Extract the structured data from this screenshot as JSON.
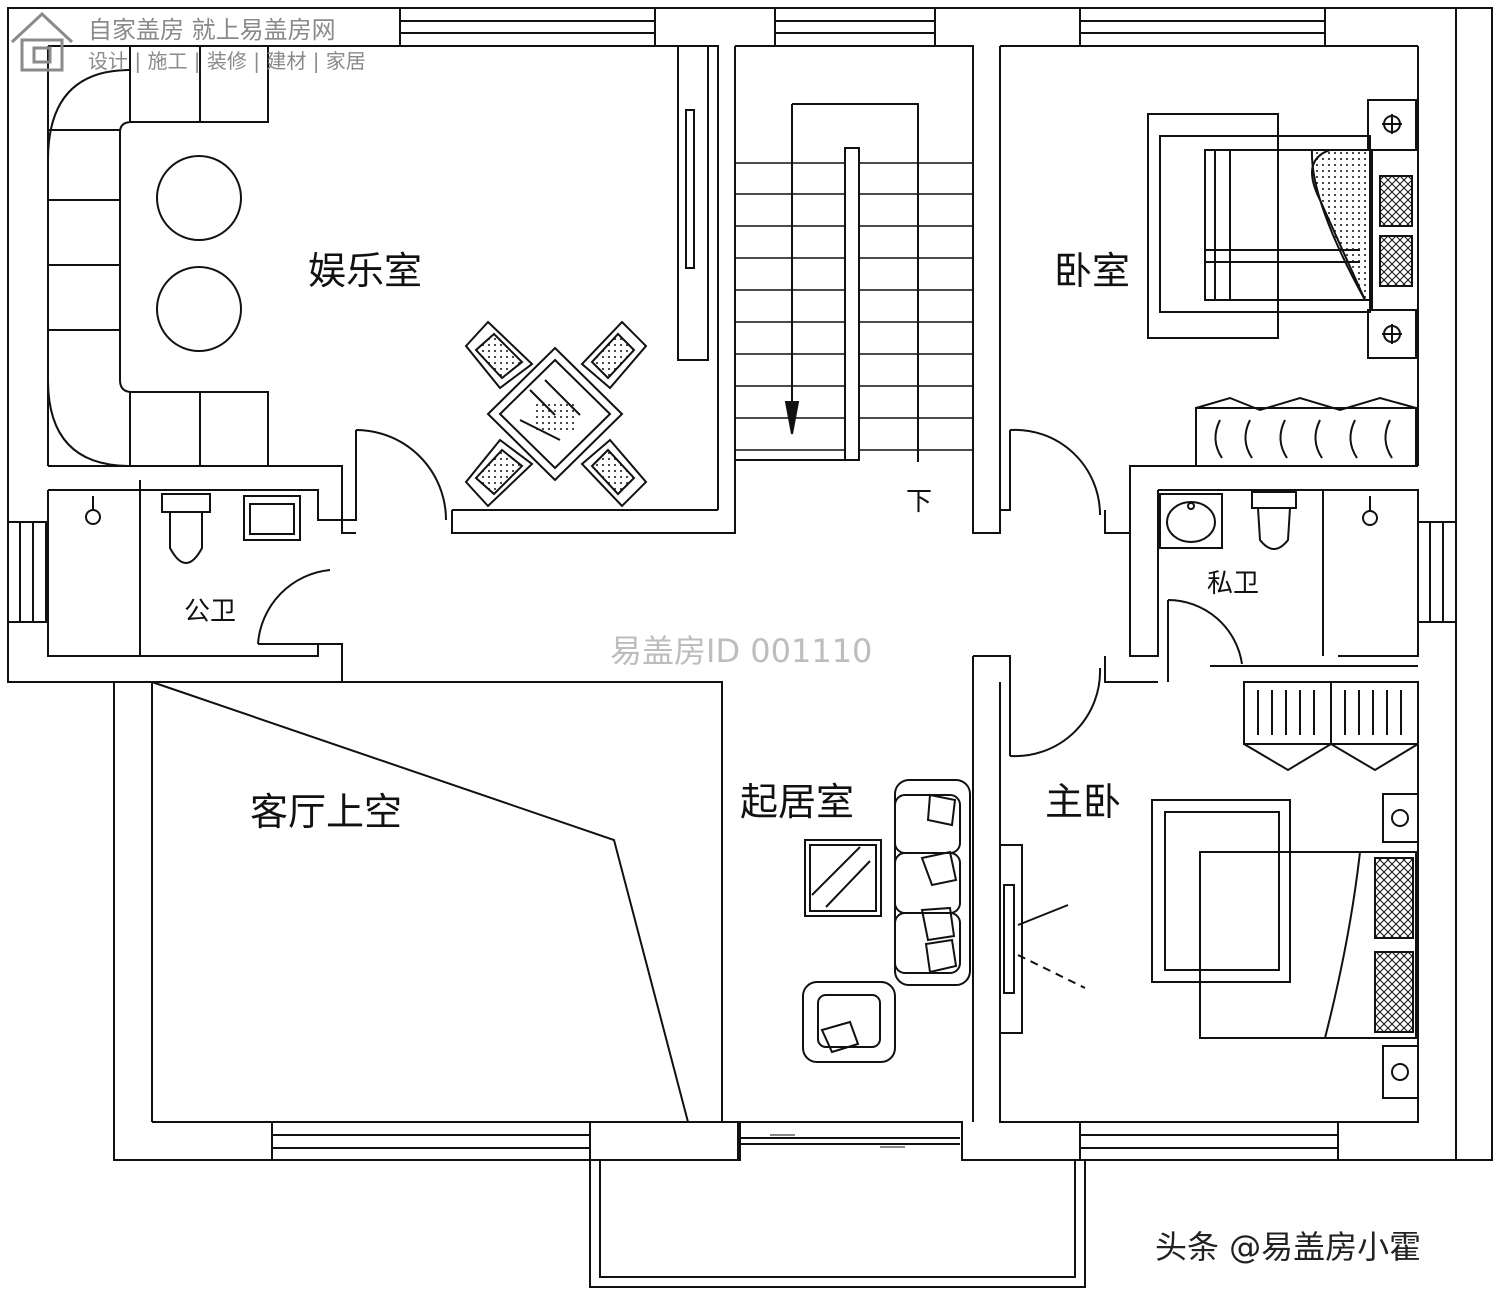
{
  "rooms": {
    "entertainment": "娱乐室",
    "bedroom": "卧室",
    "public_bath": "公卫",
    "private_bath": "私卫",
    "living_void": "客厅上空",
    "family_room": "起居室",
    "master_bedroom": "主卧"
  },
  "stair_down": "下",
  "watermarks": {
    "brand_line": "自家盖房 就上易盖房网",
    "services_line": "设计 | 施工 | 装修 | 建材 | 家居",
    "plan_id": "易盖房ID 001110",
    "credit": "头条 @易盖房小霍"
  },
  "colors": {
    "line": "#111111",
    "watermark": "#8a8a8a",
    "watermark_center": "#bdbdbd"
  }
}
